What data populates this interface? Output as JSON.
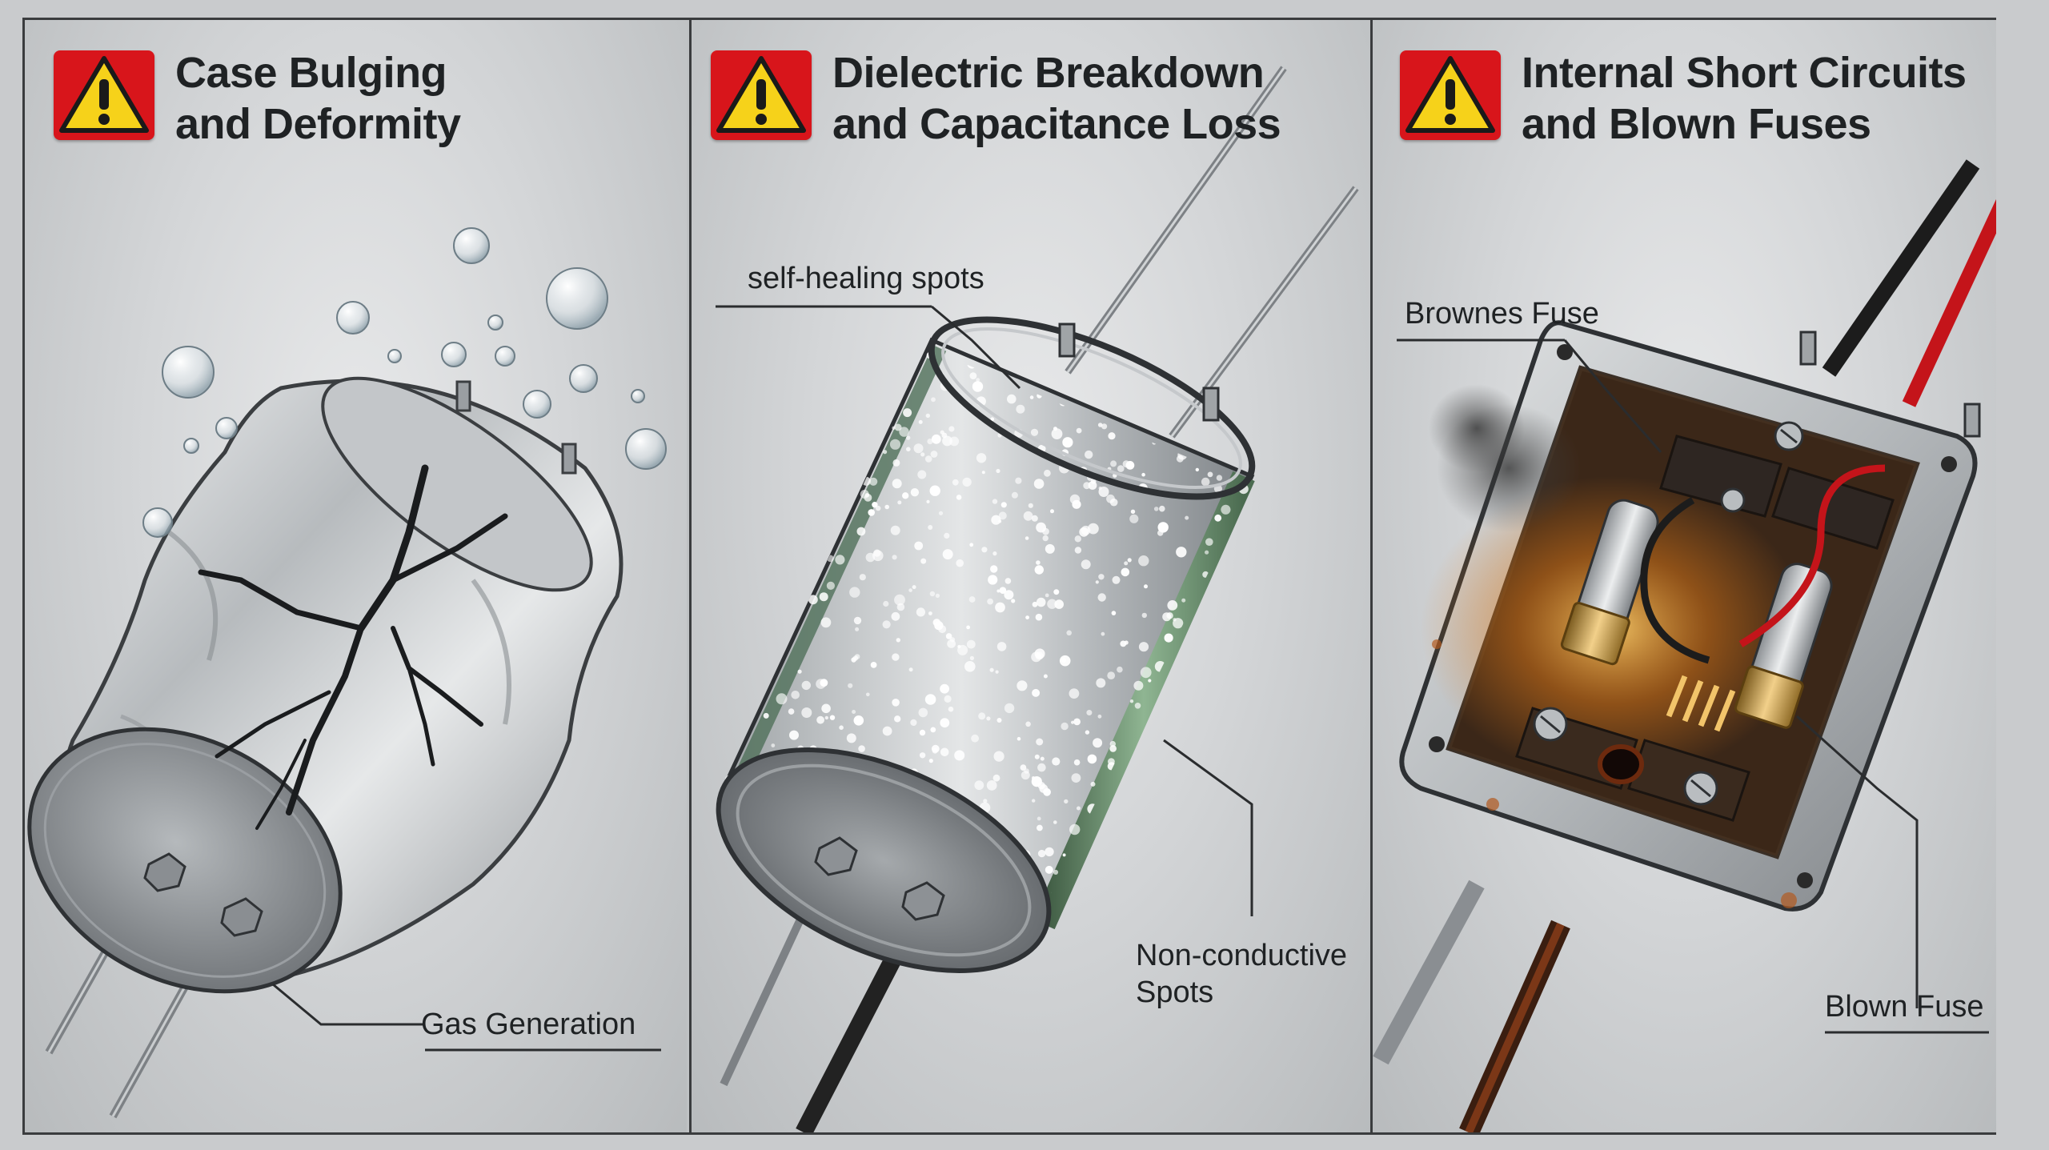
{
  "panels": [
    {
      "title_line1": "Case Bulging",
      "title_line2": "and Deformity",
      "warning_icon": "warning-triangle-icon",
      "labels": {
        "gas": "Gas Generation"
      }
    },
    {
      "title_line1": "Dielectric Breakdown",
      "title_line2": "and Capacitance Loss",
      "warning_icon": "warning-triangle-icon",
      "labels": {
        "self_healing": "self-healing spots",
        "nonconductive_line1": "Non-conductive",
        "nonconductive_line2": "Spots"
      }
    },
    {
      "title_line1": "Internal Short Circuits",
      "title_line2": "and Blown Fuses",
      "warning_icon": "warning-triangle-icon",
      "labels": {
        "brownes": "Brownes Fuse",
        "blown": "Blown Fuse"
      }
    }
  ],
  "colors": {
    "warning_red": "#d8151b",
    "warning_yellow": "#f6d21a",
    "capacitor_green": "#6f9a72",
    "wire_red": "#c4141a",
    "metal": "#a9adb0"
  }
}
